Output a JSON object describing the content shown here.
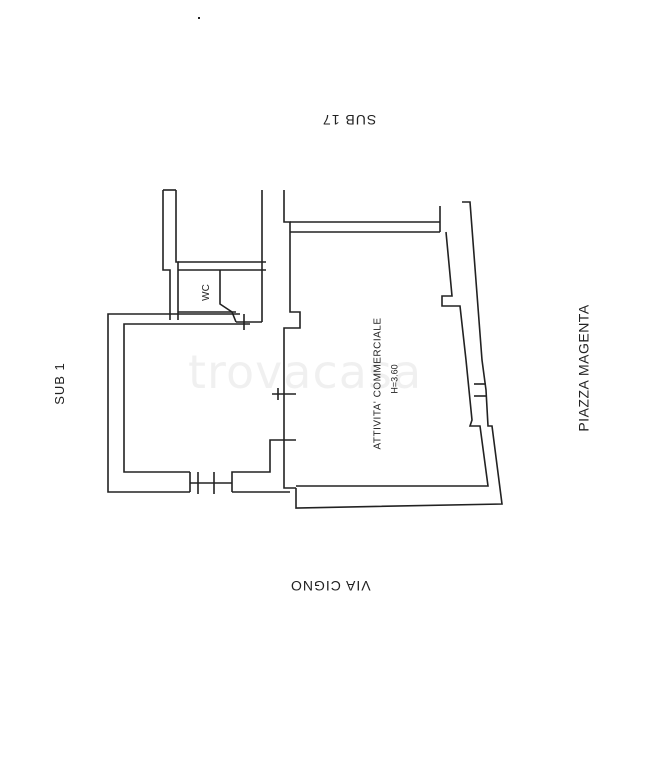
{
  "labels": {
    "sub_top": "SUB 17",
    "sub_left": "SUB 1",
    "piazza": "PIAZZA MAGENTA",
    "via": "VIA CIGNO",
    "wc": "WC",
    "room_name": "ATTIVITA' COMMERCIALE",
    "room_height": "H=3.60"
  },
  "watermark": "trovacasa",
  "colors": {
    "ink": "#222222",
    "wall_fill": "#ffffff",
    "background": "#ffffff"
  }
}
